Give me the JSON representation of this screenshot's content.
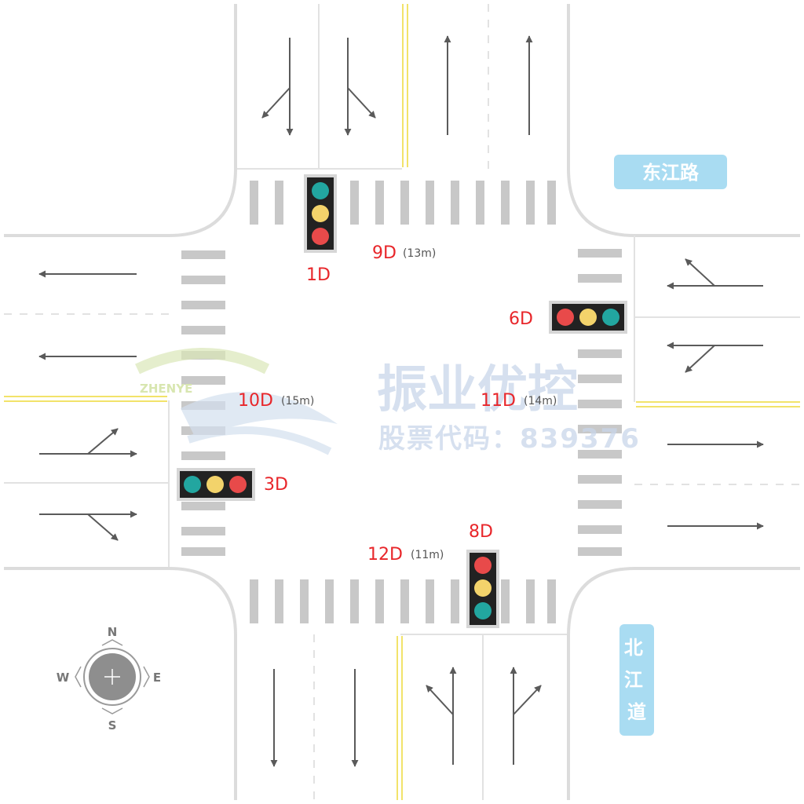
{
  "colors": {
    "curb": "#dcdcdc",
    "lane_line": "#e2e2e2",
    "center_line": "#f2e36a",
    "crosswalk": "#c8c8c8",
    "arrow": "#5a5a5a",
    "signal_red": "#e84a4a",
    "signal_yellow": "#f3d36b",
    "signal_green": "#22a6a0",
    "label_red": "#e8262a",
    "road_tag_bg": "#a9dcf2"
  },
  "roads": {
    "east_west": "东江路",
    "north_south": "北江道"
  },
  "signals": [
    {
      "id": "1D",
      "name": "signal-1d"
    },
    {
      "id": "3D",
      "name": "signal-3d"
    },
    {
      "id": "6D",
      "name": "signal-6d"
    },
    {
      "id": "8D",
      "name": "signal-8d"
    }
  ],
  "crosswalk_signals": [
    {
      "id": "9D",
      "distance": "(13m)"
    },
    {
      "id": "10D",
      "distance": "(15m)"
    },
    {
      "id": "11D",
      "distance": "(14m)"
    },
    {
      "id": "12D",
      "distance": "(11m)"
    }
  ],
  "compass": {
    "north": "N",
    "south": "S",
    "east": "E",
    "west": "W"
  },
  "watermark": {
    "title": "振业优控",
    "subtitle": "股票代码：839376",
    "brand": "ZHENYE"
  }
}
